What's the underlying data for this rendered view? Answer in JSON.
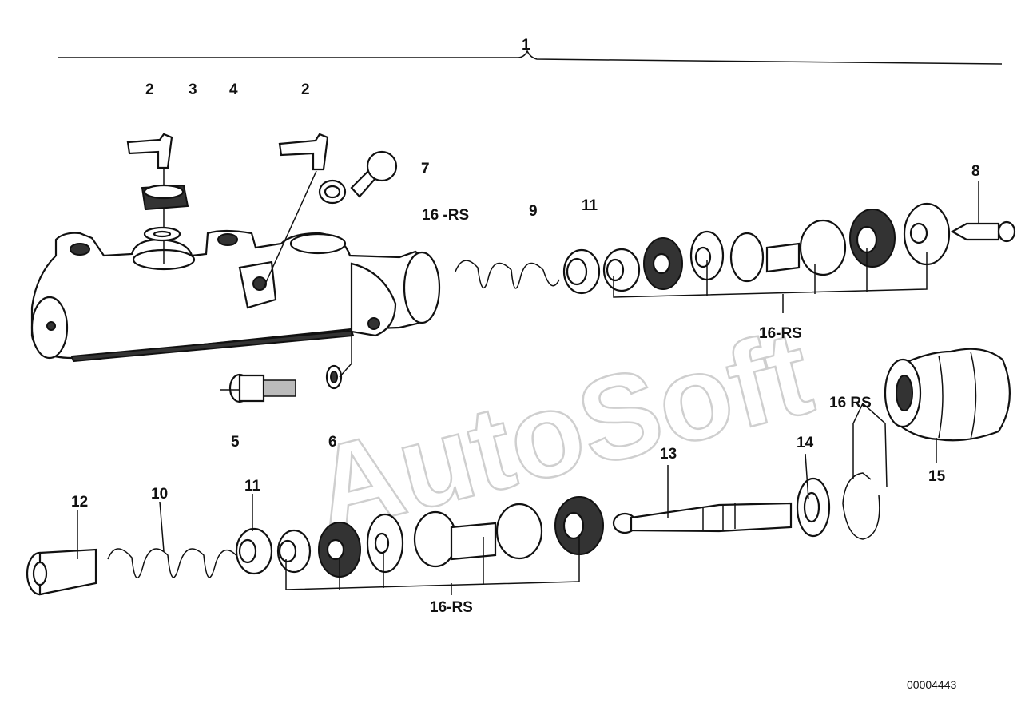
{
  "diagram": {
    "callouts": {
      "c1": "1",
      "c2a": "2",
      "c2b": "2",
      "c3": "3",
      "c4": "4",
      "c5": "5",
      "c6": "6",
      "c7": "7",
      "c8": "8",
      "c9": "9",
      "c10": "10",
      "c11a": "11",
      "c11b": "11",
      "c12": "12",
      "c13": "13",
      "c14": "14",
      "c15": "15",
      "c16a": "16 -RS",
      "c16b": "16-RS",
      "c16c": "16 RS",
      "c16d": "16-RS"
    },
    "drawing_number": "00004443",
    "watermark": "AutoSoft"
  }
}
